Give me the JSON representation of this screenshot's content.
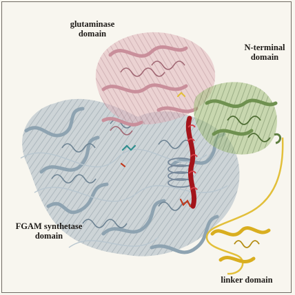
{
  "labels": {
    "glutaminase": "glutaminase\ndomain",
    "n_terminal": "N-terminal\ndomain",
    "fgam": "FGAM synthetase\ndomain",
    "linker": "linker domain"
  },
  "colors": {
    "background": "#f8f6ef",
    "glutaminase_domain": "#d9a9b2",
    "n_terminal_domain": "#8fae6f",
    "fgam_synthetase_domain": "#9fb3bf",
    "linker_domain": "#e2bf3a",
    "central_helix": "#a3141b",
    "label_text": "#1e1b18"
  }
}
